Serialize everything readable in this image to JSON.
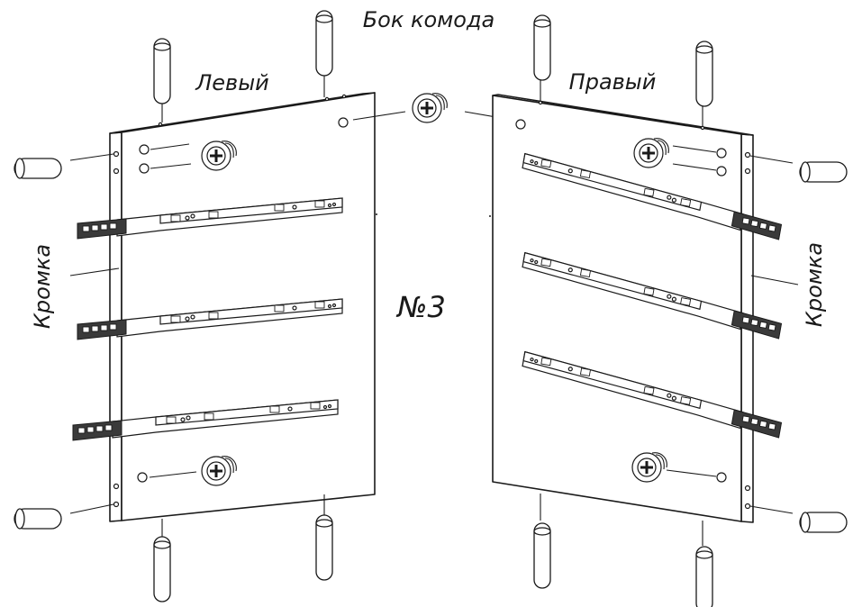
{
  "labels": {
    "title": "Бок комода",
    "left": "Левый",
    "right": "Правый",
    "edge_left": "Кромка",
    "edge_right": "Кромка",
    "number": "№3"
  },
  "icons": {
    "cam_lock": "cam-lock-icon",
    "dowel": "dowel-icon",
    "drawer_slide": "drawer-slide-icon"
  }
}
